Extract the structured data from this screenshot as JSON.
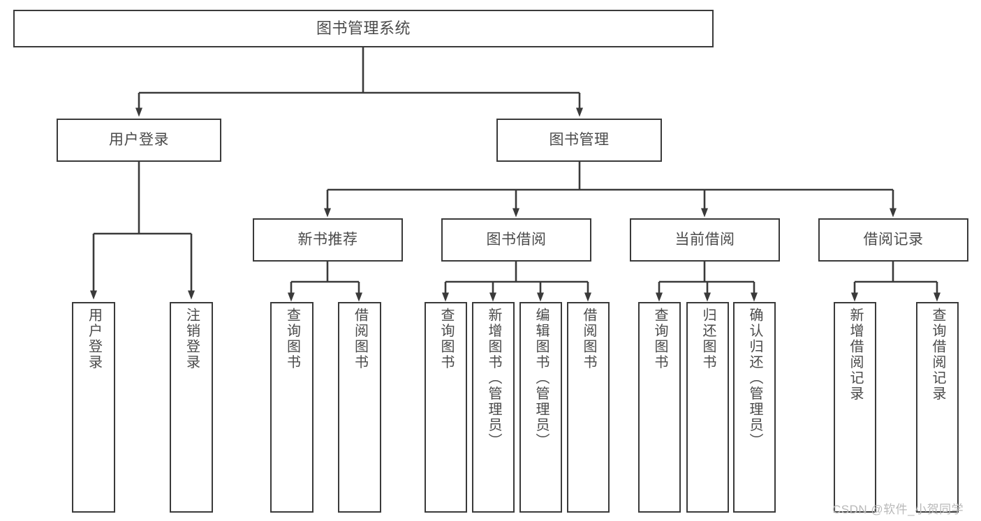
{
  "diagram": {
    "type": "tree-hierarchy-chart",
    "title": "图书管理系统",
    "line_color": "#3a3a3a",
    "box_fill": "#ffffff",
    "text_color": "#4a4a4a",
    "root": {
      "label": "图书管理系统"
    },
    "level2": [
      {
        "label": "用户登录"
      },
      {
        "label": "图书管理"
      }
    ],
    "level3": [
      {
        "label": "新书推荐"
      },
      {
        "label": "图书借阅"
      },
      {
        "label": "当前借阅"
      },
      {
        "label": "借阅记录"
      }
    ],
    "leaves": {
      "user_login": [
        {
          "label": "用户登录"
        },
        {
          "label": "注销登录"
        }
      ],
      "new_book_recommend": [
        {
          "label": "查询图书"
        },
        {
          "label": "借阅图书"
        }
      ],
      "book_borrow": [
        {
          "label": "查询图书"
        },
        {
          "label": "新增图书（管理员）"
        },
        {
          "label": "编辑图书（管理员）"
        },
        {
          "label": "借阅图书"
        }
      ],
      "current_borrow": [
        {
          "label": "查询图书"
        },
        {
          "label": "归还图书"
        },
        {
          "label": "确认归还（管理员）"
        }
      ],
      "borrow_record": [
        {
          "label": "新增借阅记录"
        },
        {
          "label": "查询借阅记录"
        }
      ]
    }
  },
  "watermark": {
    "text": "CSDN @软件_小贺同学"
  }
}
